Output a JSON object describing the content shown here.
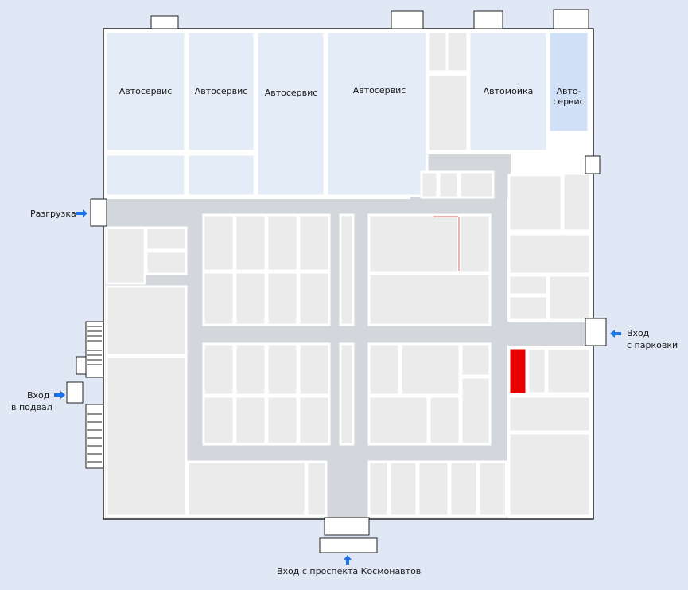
{
  "rooms": {
    "autoservice_1": "Автосервис",
    "autoservice_2": "Автосервис",
    "autoservice_3": "Автосервис",
    "autoservice_4": "Автосервис",
    "carwash": "Автомойка",
    "autoservice_5_line1": "Авто-",
    "autoservice_5_line2": "сервис"
  },
  "entrances": {
    "unloading": "Разгрузка",
    "parking_line1": "Вход",
    "parking_line2": "с парковки",
    "basement_line1": "Вход",
    "basement_line2": "в подвал",
    "main": "Вход с проспекта Космонавтов"
  },
  "colors": {
    "background": "#dfe8f4",
    "shop_fill": "#ebebeb",
    "corridor": "#d3d7dc",
    "autoservice_fill": "#e3ecf7",
    "autoservice_5_fill": "#cfe0f7",
    "wall": "#ffffff",
    "highlight": "#e60000",
    "arrow": "#1a73e8"
  }
}
